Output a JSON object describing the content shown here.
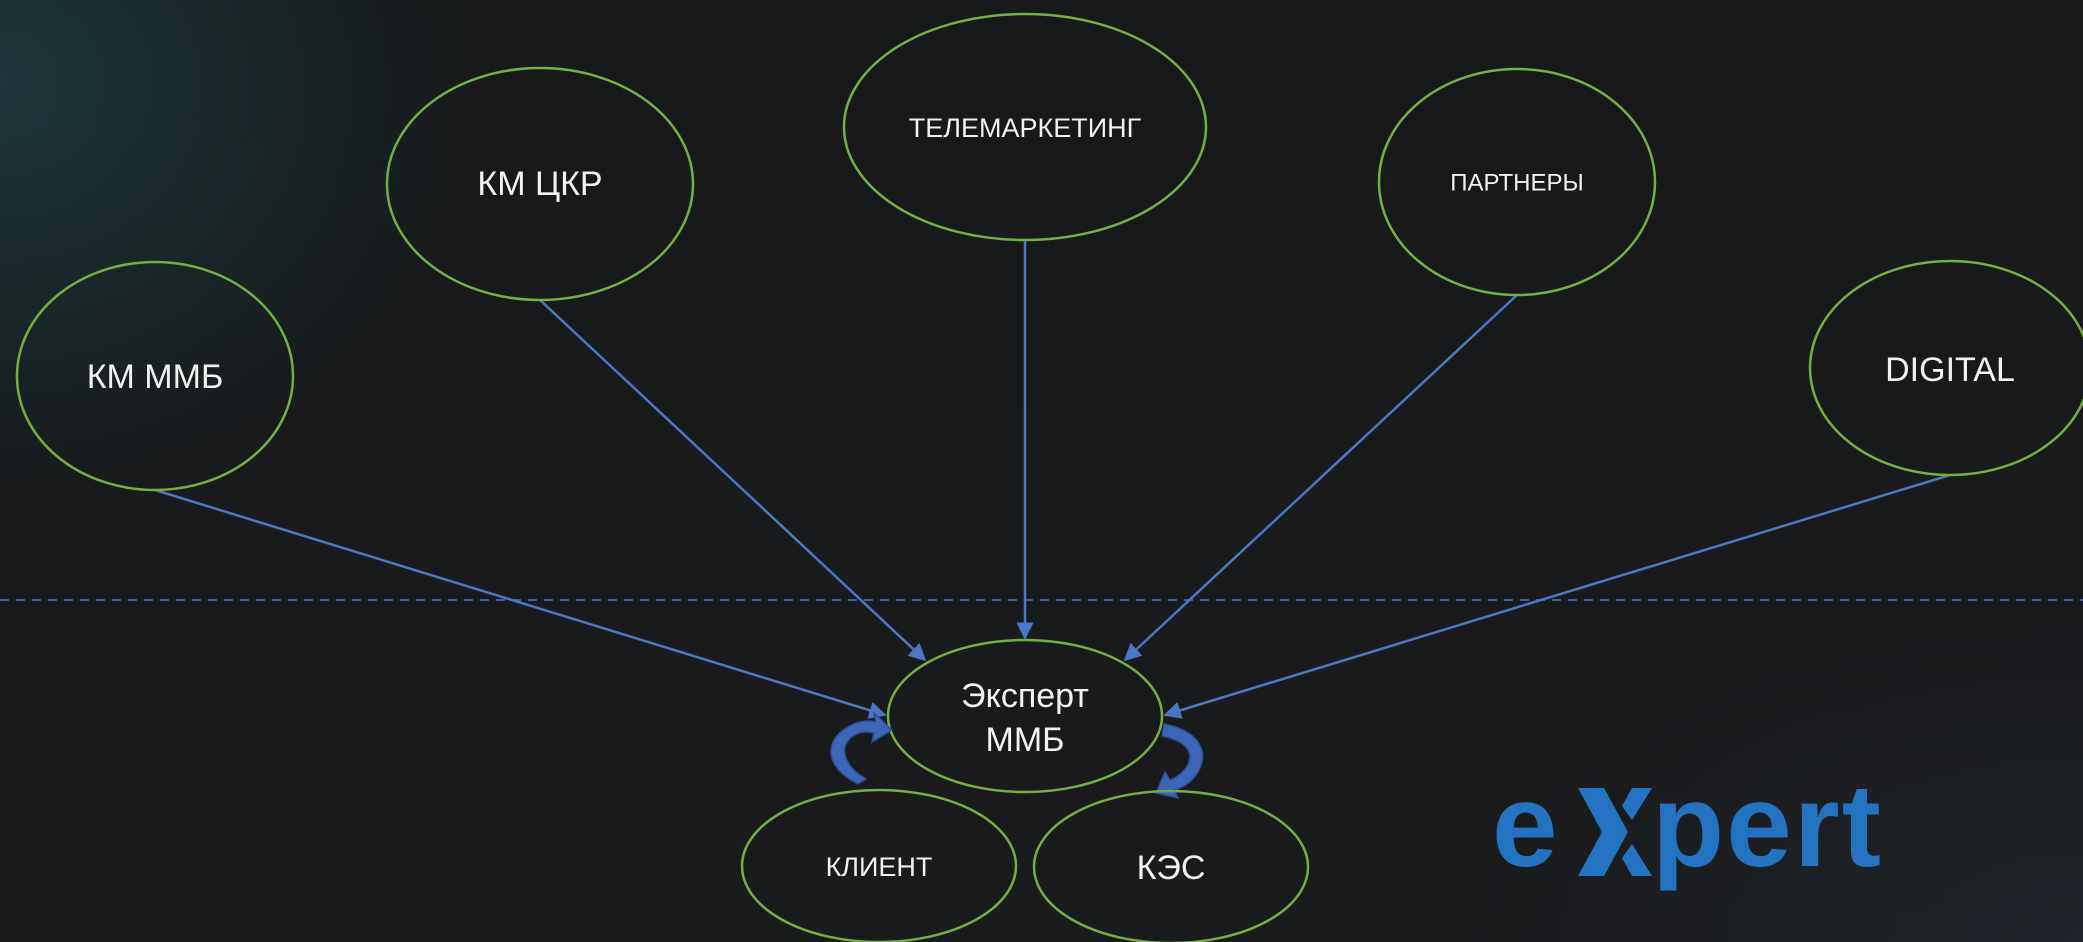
{
  "nodes": {
    "km_mmb": "КМ ММБ",
    "km_ckr": "КМ ЦКР",
    "telemarketing": "ТЕЛЕМАРКЕТИНГ",
    "partners": "ПАРТНЕРЫ",
    "digital": "DIGITAL",
    "expert_line1": "Эксперт",
    "expert_line2": "ММБ",
    "client": "КЛИЕНТ",
    "kes": "КЭС"
  },
  "logo": {
    "prefix": "e",
    "suffix": "pert",
    "color": "#2373c0"
  },
  "colors": {
    "node_outline": "#72b043",
    "connector": "#4a78c4",
    "background": "#161718"
  }
}
